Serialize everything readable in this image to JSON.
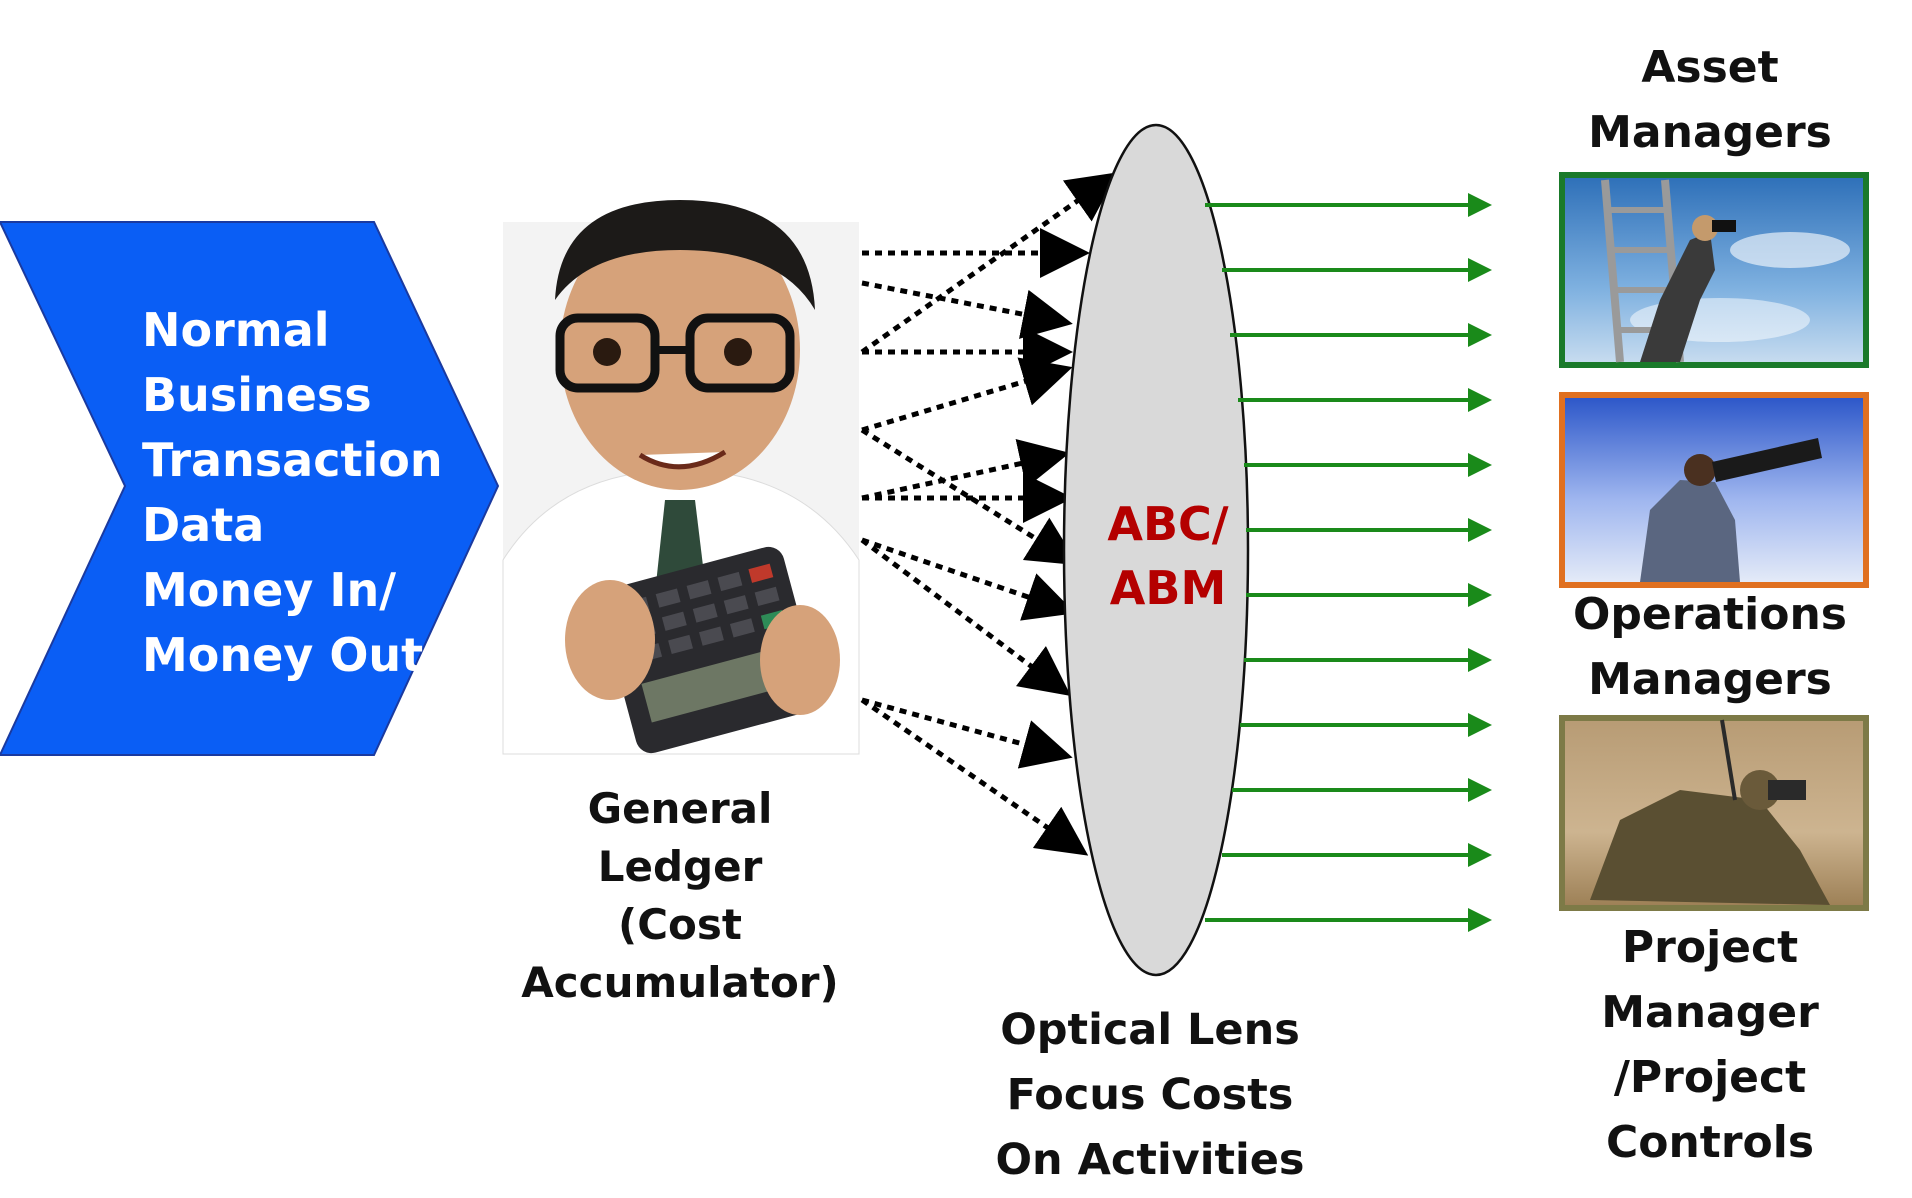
{
  "input_chevron": {
    "lines": [
      "Normal",
      "Business",
      "Transaction",
      "Data",
      "Money In/",
      "Money Out"
    ],
    "color": "#0a5ef5"
  },
  "general_ledger": {
    "lines": [
      "General",
      "Ledger",
      "(Cost Accumulator)"
    ]
  },
  "lens": {
    "label_lines": [
      "ABC/",
      "ABM"
    ],
    "caption_lines": [
      "Optical Lens",
      "Focus Costs",
      "On Activities"
    ],
    "label_color": "#b40000",
    "fill": "#d9d9d9"
  },
  "audiences": [
    {
      "lines": [
        "Asset",
        "Managers"
      ],
      "frame_color": "#1a7a2a"
    },
    {
      "lines": [
        "Operations",
        "Managers"
      ],
      "frame_color": "#e07020"
    },
    {
      "lines": [
        "Project",
        "Manager",
        "/Project",
        "Controls"
      ],
      "frame_color": "#7d7a47"
    }
  ],
  "colors": {
    "output_arrow": "#1a8a1a",
    "input_arrow": "#000000"
  }
}
